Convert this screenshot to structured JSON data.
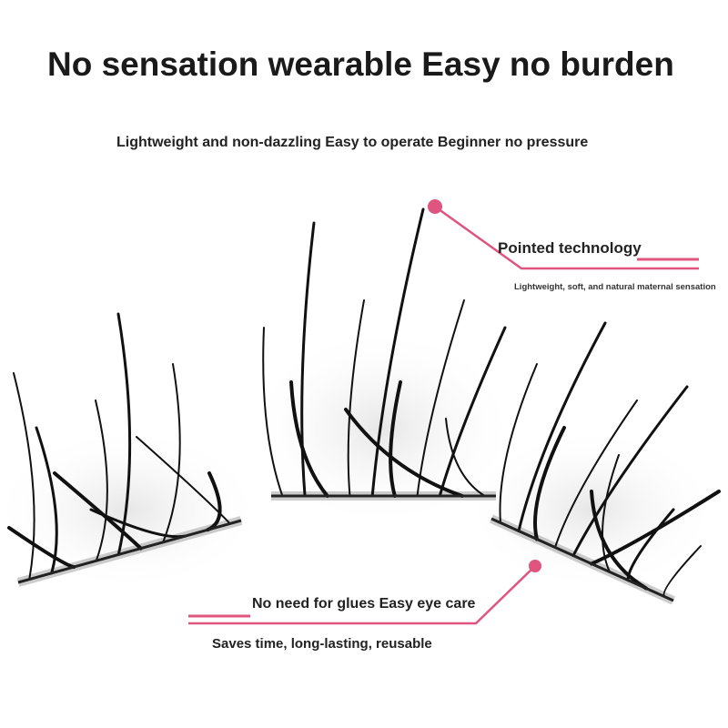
{
  "title": "No sensation wearable Easy no burden",
  "subtitle": "Lightweight and non-dazzling Easy to operate Beginner no pressure",
  "callouts": [
    {
      "heading": "Pointed technology",
      "detail": "Lightweight, soft, and natural maternal sensation"
    },
    {
      "heading": "No need for glues Easy eye care",
      "detail": "Saves time, long-lasting, reusable"
    }
  ],
  "colors": {
    "accent": "#e05580",
    "text": "#222222",
    "lash": "#111111"
  }
}
